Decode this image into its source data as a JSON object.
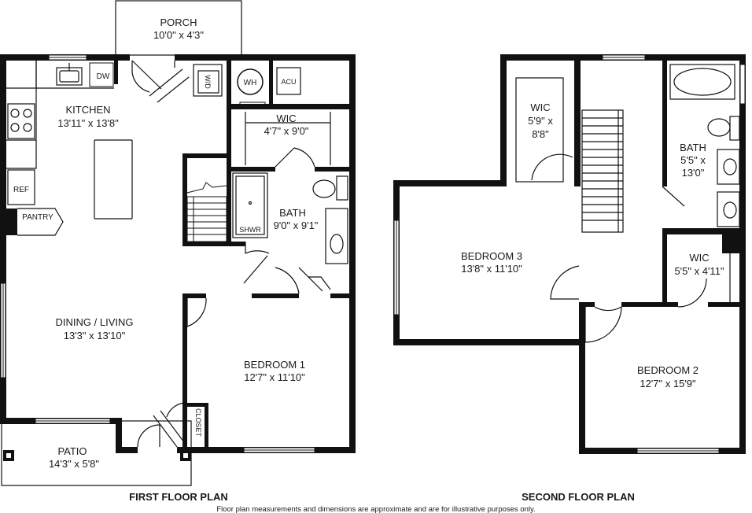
{
  "first_floor": {
    "title": "FIRST FLOOR PLAN",
    "porch": {
      "name": "PORCH",
      "size": "10'0\" x 4'3\""
    },
    "kitchen": {
      "name": "KITCHEN",
      "size": "13'11\" x 13'8\""
    },
    "wic": {
      "name": "WIC",
      "size": "4'7\" x 9'0\""
    },
    "bath": {
      "name": "BATH",
      "size": "9'0\" x 9'1\""
    },
    "dining": {
      "name": "DINING / LIVING",
      "size": "13'3\" x 13'10\""
    },
    "bedroom1": {
      "name": "BEDROOM 1",
      "size": "12'7\" x 11'10\""
    },
    "patio": {
      "name": "PATIO",
      "size": "14'3\" x 5'8\""
    },
    "fixtures": {
      "dw": "DW",
      "wd": "W/D",
      "wh": "WH",
      "acu": "ACU",
      "ref": "REF",
      "pantry": "PANTRY",
      "shwr": "SHWR",
      "closet": "CLOSET"
    }
  },
  "second_floor": {
    "title": "SECOND FLOOR PLAN",
    "wic1": {
      "name": "WIC",
      "size_a": "5'9\" x",
      "size_b": "8'8\""
    },
    "bath": {
      "name": "BATH",
      "size_a": "5'5\" x",
      "size_b": "13'0\""
    },
    "bedroom3": {
      "name": "BEDROOM 3",
      "size": "13'8\" x 11'10\""
    },
    "wic2": {
      "name": "WIC",
      "size": "5'5\" x 4'11\""
    },
    "bedroom2": {
      "name": "BEDROOM 2",
      "size": "12'7\" x 15'9\""
    }
  },
  "disclaimer": "Floor plan measurements and dimensions are approximate and are for illustrative purposes only."
}
